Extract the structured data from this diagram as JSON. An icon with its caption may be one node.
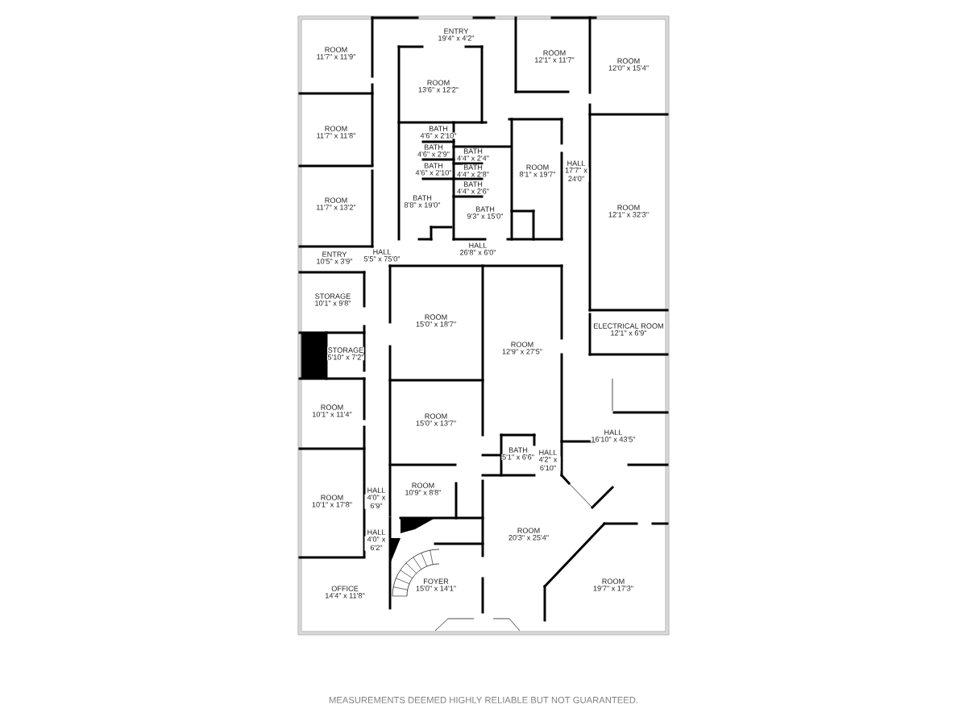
{
  "diagram": {
    "labels": [
      "ROOM",
      "11'7\" x 11'9\"",
      "ENTRY",
      "19'4\" x 4'2\"",
      "ROOM",
      "13'6\" x 12'2\"",
      "ROOM",
      "12'1\" x 11'7\"",
      "ROOM",
      "12'0\" x 15'4\"",
      "ROOM",
      "11'7\" x 11'8\"",
      "BATH",
      "4'6\" x 2'10\"",
      "BATH",
      "4'6\" x 2'9\"",
      "BATH",
      "4'4\" x 2'4\"",
      "BATH",
      "4'6\" x 2'10\"",
      "BATH",
      "4'4\" x 2'8\"",
      "ROOM",
      "8'1\" x 19'7\"",
      "HALL",
      "17'7\" x 24'0\"",
      "BATH",
      "4'4\" x 2'6\"",
      "ROOM",
      "11'7\" x 13'2\"",
      "BATH",
      "8'8\" x 19'0\"",
      "ROOM",
      "12'1\" x 32'3\"",
      "BATH",
      "9'3\" x 15'0\"",
      "HALL",
      "26'8\" x 6'0\"",
      "HALL",
      "5'5\" x 75'0\"",
      "ENTRY",
      "10'5\" x 3'9\"",
      "STORAGE",
      "10'1\" x 9'8\"",
      "ROOM",
      "15'0\" x 18'7\"",
      "ELECTRICAL ROOM",
      "12'1\" x 6'9\"",
      "ROOM",
      "12'9\" x 27'5\"",
      "STORAGE",
      "5'10\" x 7'2\"",
      "ROOM",
      "10'1\" x 11'4\"",
      "ROOM",
      "15'0\" x 13'7\"",
      "HALL",
      "16'10\" x 43'5\"",
      "BATH",
      "5'1\" x 6'6\"",
      "HALL",
      "4'2\" x 6'10\"",
      "ROOM",
      "10'9\" x 8'8\"",
      "HALL",
      "4'0\" x 6'9\"",
      "ROOM",
      "10'1\" x 17'8\"",
      "ROOM",
      "20'3\" x 25'4\"",
      "HALL",
      "4'0\" x 6'2\"",
      "FOYER",
      "15'0\" x 14'1\"",
      "OFFICE",
      "14'4\" x 11'8\"",
      "ROOM",
      "19'7\" x 17'3\"",
      "MEASUREMENTS DEEMED HIGHLY RELIABLE BUT NOT GUARANTEED."
    ]
  }
}
